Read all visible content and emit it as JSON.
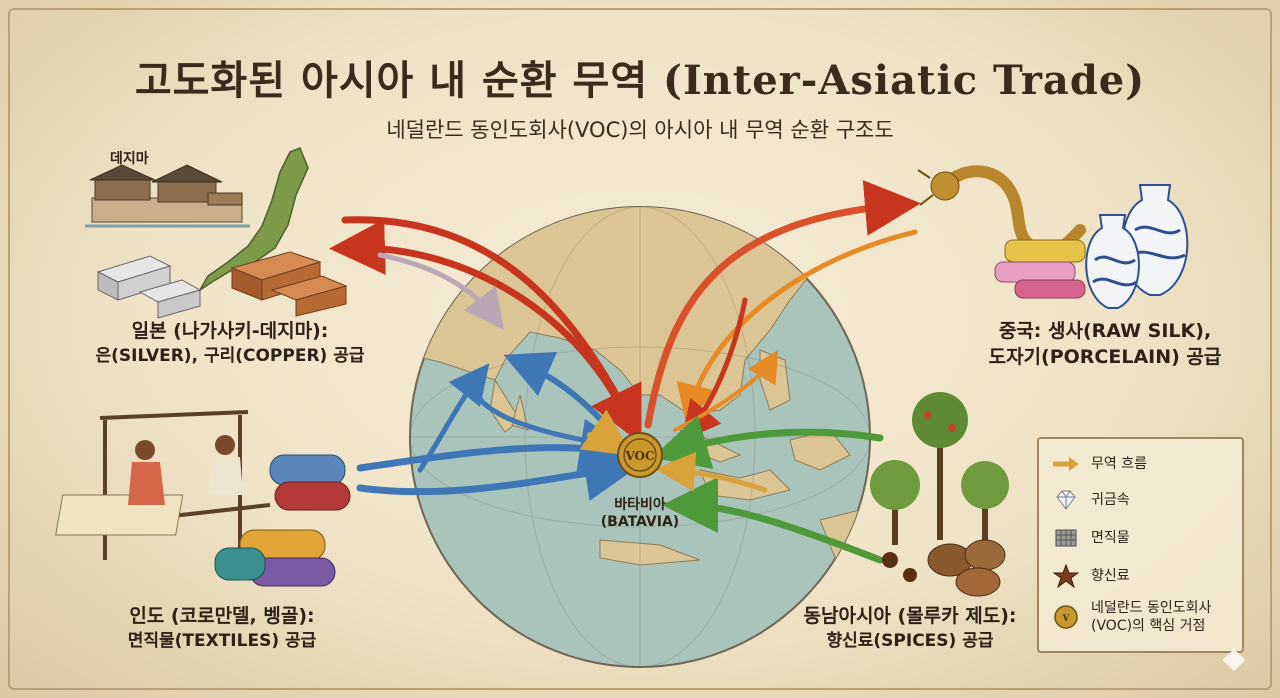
{
  "title": "고도화된 아시아 내 순환 무역 (Inter-Asiatic Trade)",
  "subtitle": "네덜란드 동인도회사(VOC)의 아시아 내 무역 순환 구조도",
  "regions": {
    "japan": {
      "line1": "일본 (나가사키-데지마):",
      "line2": "은(SILVER), 구리(COPPER) 공급",
      "place": "데지마"
    },
    "china": {
      "line1": "중국: 생사(RAW SILK),",
      "line2": "도자기(PORCELAIN) 공급"
    },
    "india": {
      "line1": "인도 (코로만델, 벵골):",
      "line2": "면직물(TEXTILES) 공급"
    },
    "southeast_asia": {
      "line1": "동남아시아 (몰루카 제도):",
      "line2": "향신료(SPICES) 공급"
    }
  },
  "hub": {
    "name": "바타비아",
    "name_en": "(BATAVIA)",
    "emblem_text": "VOC"
  },
  "legend": [
    {
      "icon": "trade-arrow-icon",
      "label": "무역 흐름"
    },
    {
      "icon": "diamond-icon",
      "label": "귀금속"
    },
    {
      "icon": "textile-icon",
      "label": "면직물"
    },
    {
      "icon": "star-anise-icon",
      "label": "향신료"
    },
    {
      "icon": "voc-emblem-icon",
      "label": "네덜란드 동인도회사",
      "label2": "(VOC)의 핵심 거점"
    }
  ],
  "colors": {
    "background": "#efe2c6",
    "text": "#3c2a1d",
    "ocean": "#a9c4bb",
    "land": "#dcc595",
    "arrow_red": "#c8351f",
    "arrow_orange": "#e58a25",
    "arrow_blue": "#3f77b6",
    "arrow_green": "#4e9a3a",
    "emblem_gold": "#c9992e"
  }
}
